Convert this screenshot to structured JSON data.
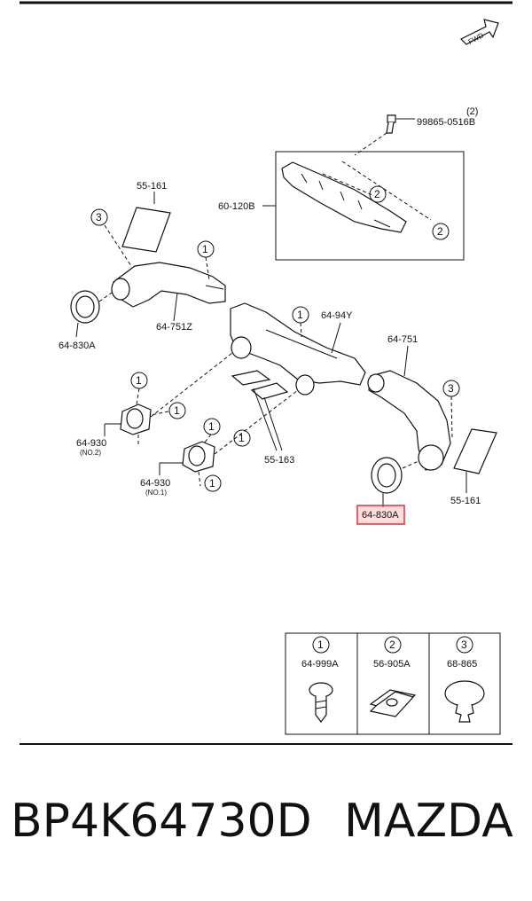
{
  "diagram": {
    "fwd_label": "FWD",
    "callouts": [
      "1",
      "2",
      "3"
    ],
    "part_labels": {
      "bolt_qty": "(2)",
      "bolt": "99865-0516B",
      "bracket": "60-120B",
      "pad_top_left": "55-161",
      "duct_left": "64-751Z",
      "grille_left": "64-830A",
      "duct_center": "64-94Y",
      "duct_right": "64-751",
      "vent_no2": "64-930",
      "vent_no2_sub": "(NO.2)",
      "vent_no1": "64-930",
      "vent_no1_sub": "(NO.1)",
      "pads_center": "55-163",
      "grille_right": "64-830A",
      "pad_right": "55-161"
    },
    "highlighted_part": "64-830A",
    "highlight_color": "#e0303a",
    "legend": [
      {
        "number": "1",
        "part": "64-999A",
        "icon": "screw-icon"
      },
      {
        "number": "2",
        "part": "56-905A",
        "icon": "clip-nut-icon"
      },
      {
        "number": "3",
        "part": "68-865",
        "icon": "push-clip-icon"
      }
    ]
  },
  "footer": {
    "part_number": "BP4K64730D",
    "brand": "MAZDA"
  }
}
